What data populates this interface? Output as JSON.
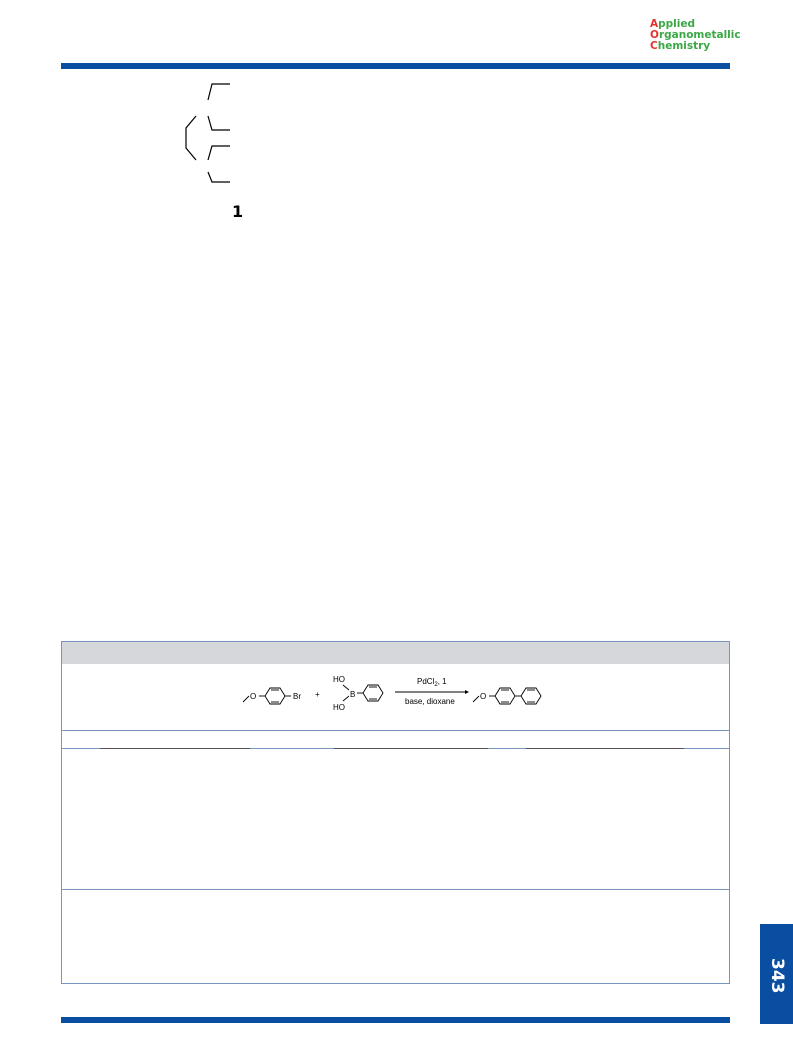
{
  "journal": {
    "line1_initial": "A",
    "line1_rest": "pplied",
    "line2_initial": "O",
    "line2_rest": "rganometallic",
    "line3_initial": "C",
    "line3_rest": "hemistry"
  },
  "compound_label": "1",
  "scheme": {
    "reactant1_label": "Br",
    "plus": "+",
    "boronic_oh_top": "HO",
    "boronic_b": "B",
    "boronic_oh_bottom": "HO",
    "reagent_above": "PdCl",
    "reagent_above_sub": "2",
    "reagent_above_tail": ", 1",
    "reagent_below": "base, dioxane",
    "oxygen_label": "O"
  },
  "page_number": "343",
  "colors": {
    "brand_blue": "#0a4ea1",
    "logo_green": "#3aa845",
    "logo_red": "#e4332c",
    "table_header_gray": "#d5d7da"
  }
}
